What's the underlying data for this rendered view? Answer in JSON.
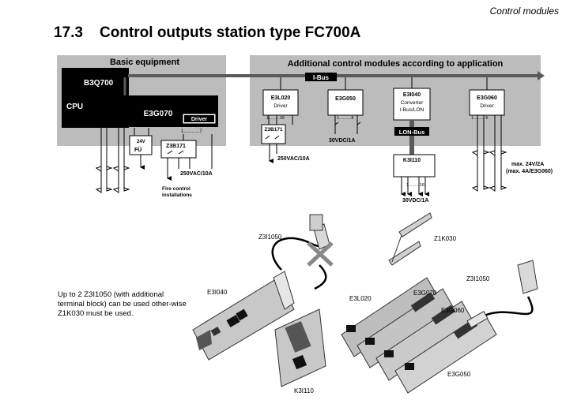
{
  "header": {
    "section_name": "Control modules"
  },
  "title": {
    "number": "17.3",
    "text": "Control outputs station type FC700A"
  },
  "schematic": {
    "basic_panel_label": "Basic equipment",
    "additional_panel_label": "Additional control modules according to application",
    "bus_label": "I-Bus",
    "cpu_label": "CPU",
    "b3q_label": "B3Q700",
    "e3g070_label": "E3G070",
    "driver_label": "Driver",
    "e3g070_range": "1............7",
    "fu_voltage": "24V",
    "fu_label": "FÜ",
    "z3b171_label": "Z3B171",
    "z3b171_rating": "250VAC/10A",
    "fire_control": [
      "Fire control",
      "installations"
    ],
    "e3l020": {
      "name": "E3L020",
      "sub": "Driver",
      "range": "1.........16"
    },
    "z3b171b": {
      "name": "Z3B171",
      "rating": "250VAC/10A"
    },
    "e3g050": {
      "name": "E3G050",
      "range": "1..........8",
      "rating": "30VDC/1A"
    },
    "e3i040": {
      "name": "E3I040",
      "sub1": "Converter",
      "sub2": "I-Bus/LON"
    },
    "lon_bus_label": "LON-Bus",
    "k3i110": {
      "name": "K3I110",
      "range": "1.........16",
      "rating": "30VDC/1A"
    },
    "e3g060": {
      "name": "E3G060",
      "sub": "Driver",
      "range": "1..........6",
      "rating1": "max. 24V/2A",
      "rating2": "(max. 4A/E3G060)"
    }
  },
  "photo": {
    "z3i1050_left": "Z3I1050",
    "z1k030": "Z1K030",
    "z3i1050_right": "Z3I1050",
    "e3i040": "E3I040",
    "e3l020": "E3L020",
    "e3g070": "E3G070",
    "e3g060": "E3G060",
    "e3g050": "E3G050",
    "k3i110": "K3I110"
  },
  "note": "Up to 2 Z3I1050 (with additional terminal block) can be used other-wise Z1K030 must be used.",
  "colors": {
    "panel": "#bcbcbc",
    "dark": "#000000",
    "bus": "#5a5a5a"
  }
}
